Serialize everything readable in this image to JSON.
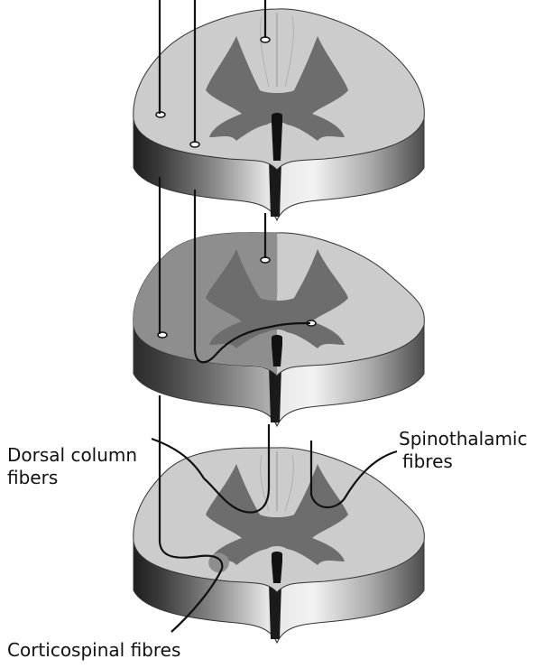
{
  "labels": {
    "dorsal_line1": "Dorsal column",
    "dorsal_line2": "fibers",
    "spino_line1": "Spinothalamic",
    "spino_line2": "fibres",
    "cortico": "Corticospinal fibres"
  },
  "colors": {
    "white_matter": "#cccccc",
    "gray_matter": "#6d6d6d",
    "shaded_white_matter": "#8e8e8e",
    "fibre": "#111111",
    "canal": "#111111"
  }
}
